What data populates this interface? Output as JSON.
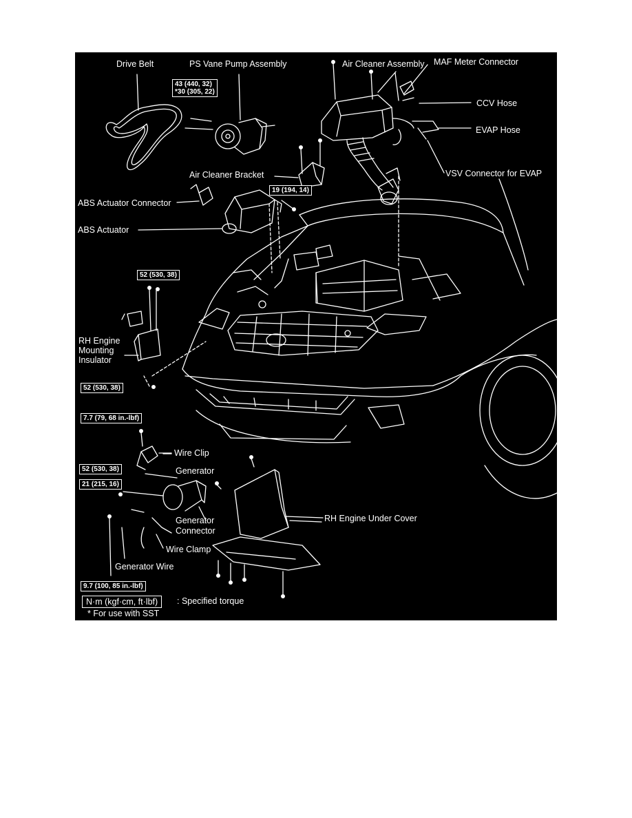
{
  "labels": {
    "drive_belt": "Drive Belt",
    "ps_vane_pump": "PS Vane Pump Assembly",
    "air_cleaner_assembly": "Air Cleaner Assembly",
    "maf_meter_connector": "MAF Meter Connector",
    "ccv_hose": "CCV Hose",
    "evap_hose": "EVAP Hose",
    "vsv_connector": "VSV Connector for EVAP",
    "air_cleaner_bracket": "Air Cleaner Bracket",
    "abs_actuator_connector": "ABS Actuator Connector",
    "abs_actuator": "ABS Actuator",
    "rh_engine_mounting_1": "RH Engine",
    "rh_engine_mounting_2": "Mounting",
    "rh_engine_mounting_3": "Insulator",
    "wire_clip": "Wire Clip",
    "generator": "Generator",
    "generator_connector_1": "Generator",
    "generator_connector_2": "Connector",
    "wire_clamp": "Wire Clamp",
    "generator_wire": "Generator Wire",
    "rh_engine_under_cover": "RH Engine Under Cover"
  },
  "torques": {
    "ps_pump_1": "43 (440, 32)",
    "ps_pump_2": "*30 (305, 22)",
    "abs": "19 (194, 14)",
    "mount_upper": "52 (530, 38)",
    "mount_lower": "52 (530, 38)",
    "wire_clip": "7.7 (79, 68 in.-lbf)",
    "generator_upper": "52 (530, 38)",
    "generator_lower": "21 (215, 16)",
    "generator_wire": "9.7 (100, 85 in.-lbf)"
  },
  "legend": {
    "unit_box": "N·m (kgf·cm, ft·lbf)",
    "unit_text": ": Specified torque",
    "sst_note": "* For use with SST"
  },
  "colors": {
    "background": "#000000",
    "line": "#ffffff"
  }
}
